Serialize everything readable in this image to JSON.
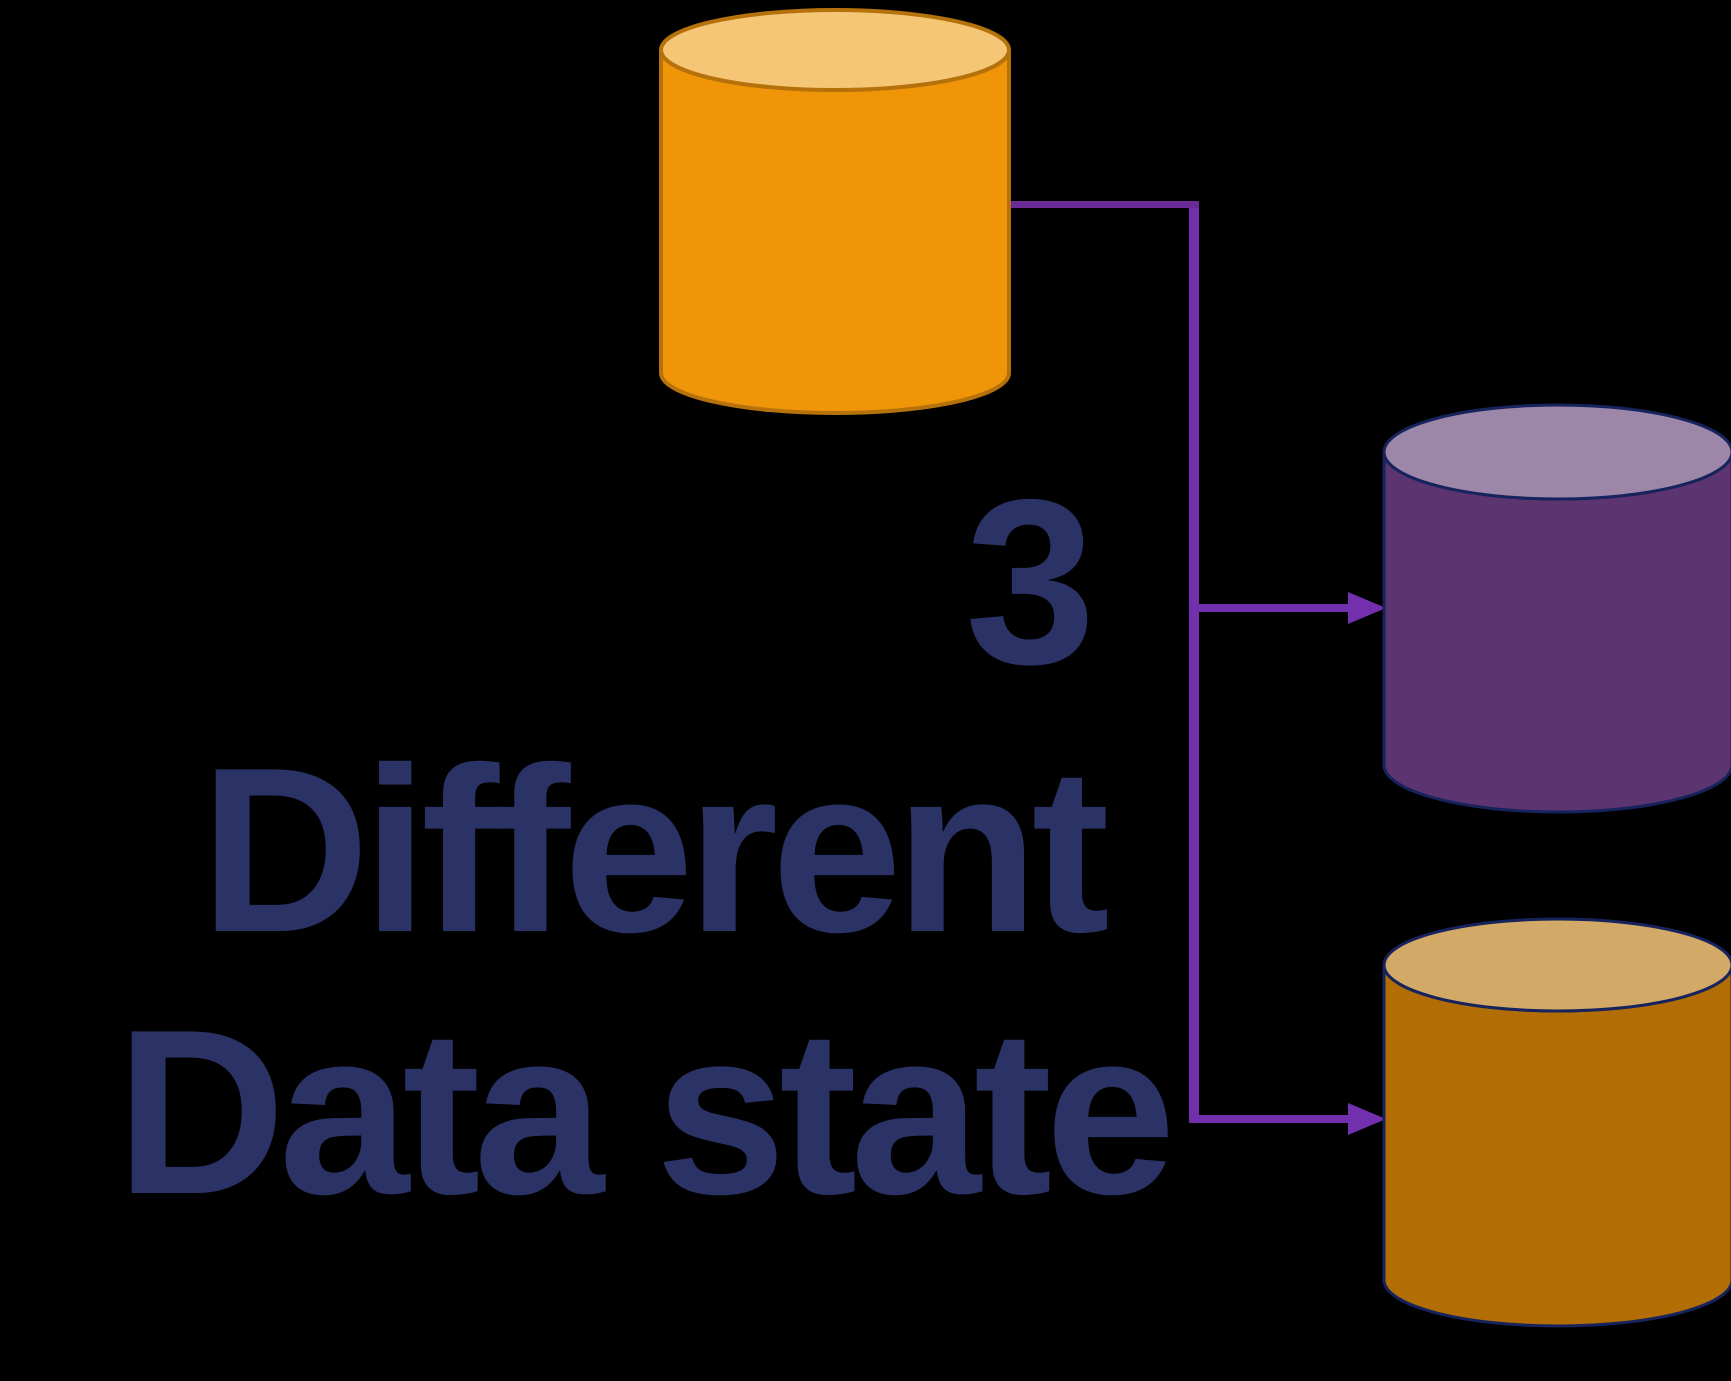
{
  "background": "#000000",
  "heading": {
    "count": "3",
    "line1": "Different",
    "line2": "Data state",
    "color": "#2B3366"
  },
  "cylinders": {
    "orange": {
      "icon": "database-cylinder-icon",
      "body_color": "#F09408",
      "top_color": "#F6C677",
      "outline_color": "#B5720B"
    },
    "purple": {
      "icon": "database-cylinder-icon",
      "body_color": "#5C3470",
      "top_color": "#9D87A9",
      "outline_color": "#16235C"
    },
    "gold": {
      "icon": "database-cylinder-icon",
      "body_color": "#B26D05",
      "top_color": "#D3A967",
      "outline_color": "#16235C"
    }
  },
  "connector": {
    "stem_color": "#6B2B96",
    "branch_color": "#7330AE"
  }
}
